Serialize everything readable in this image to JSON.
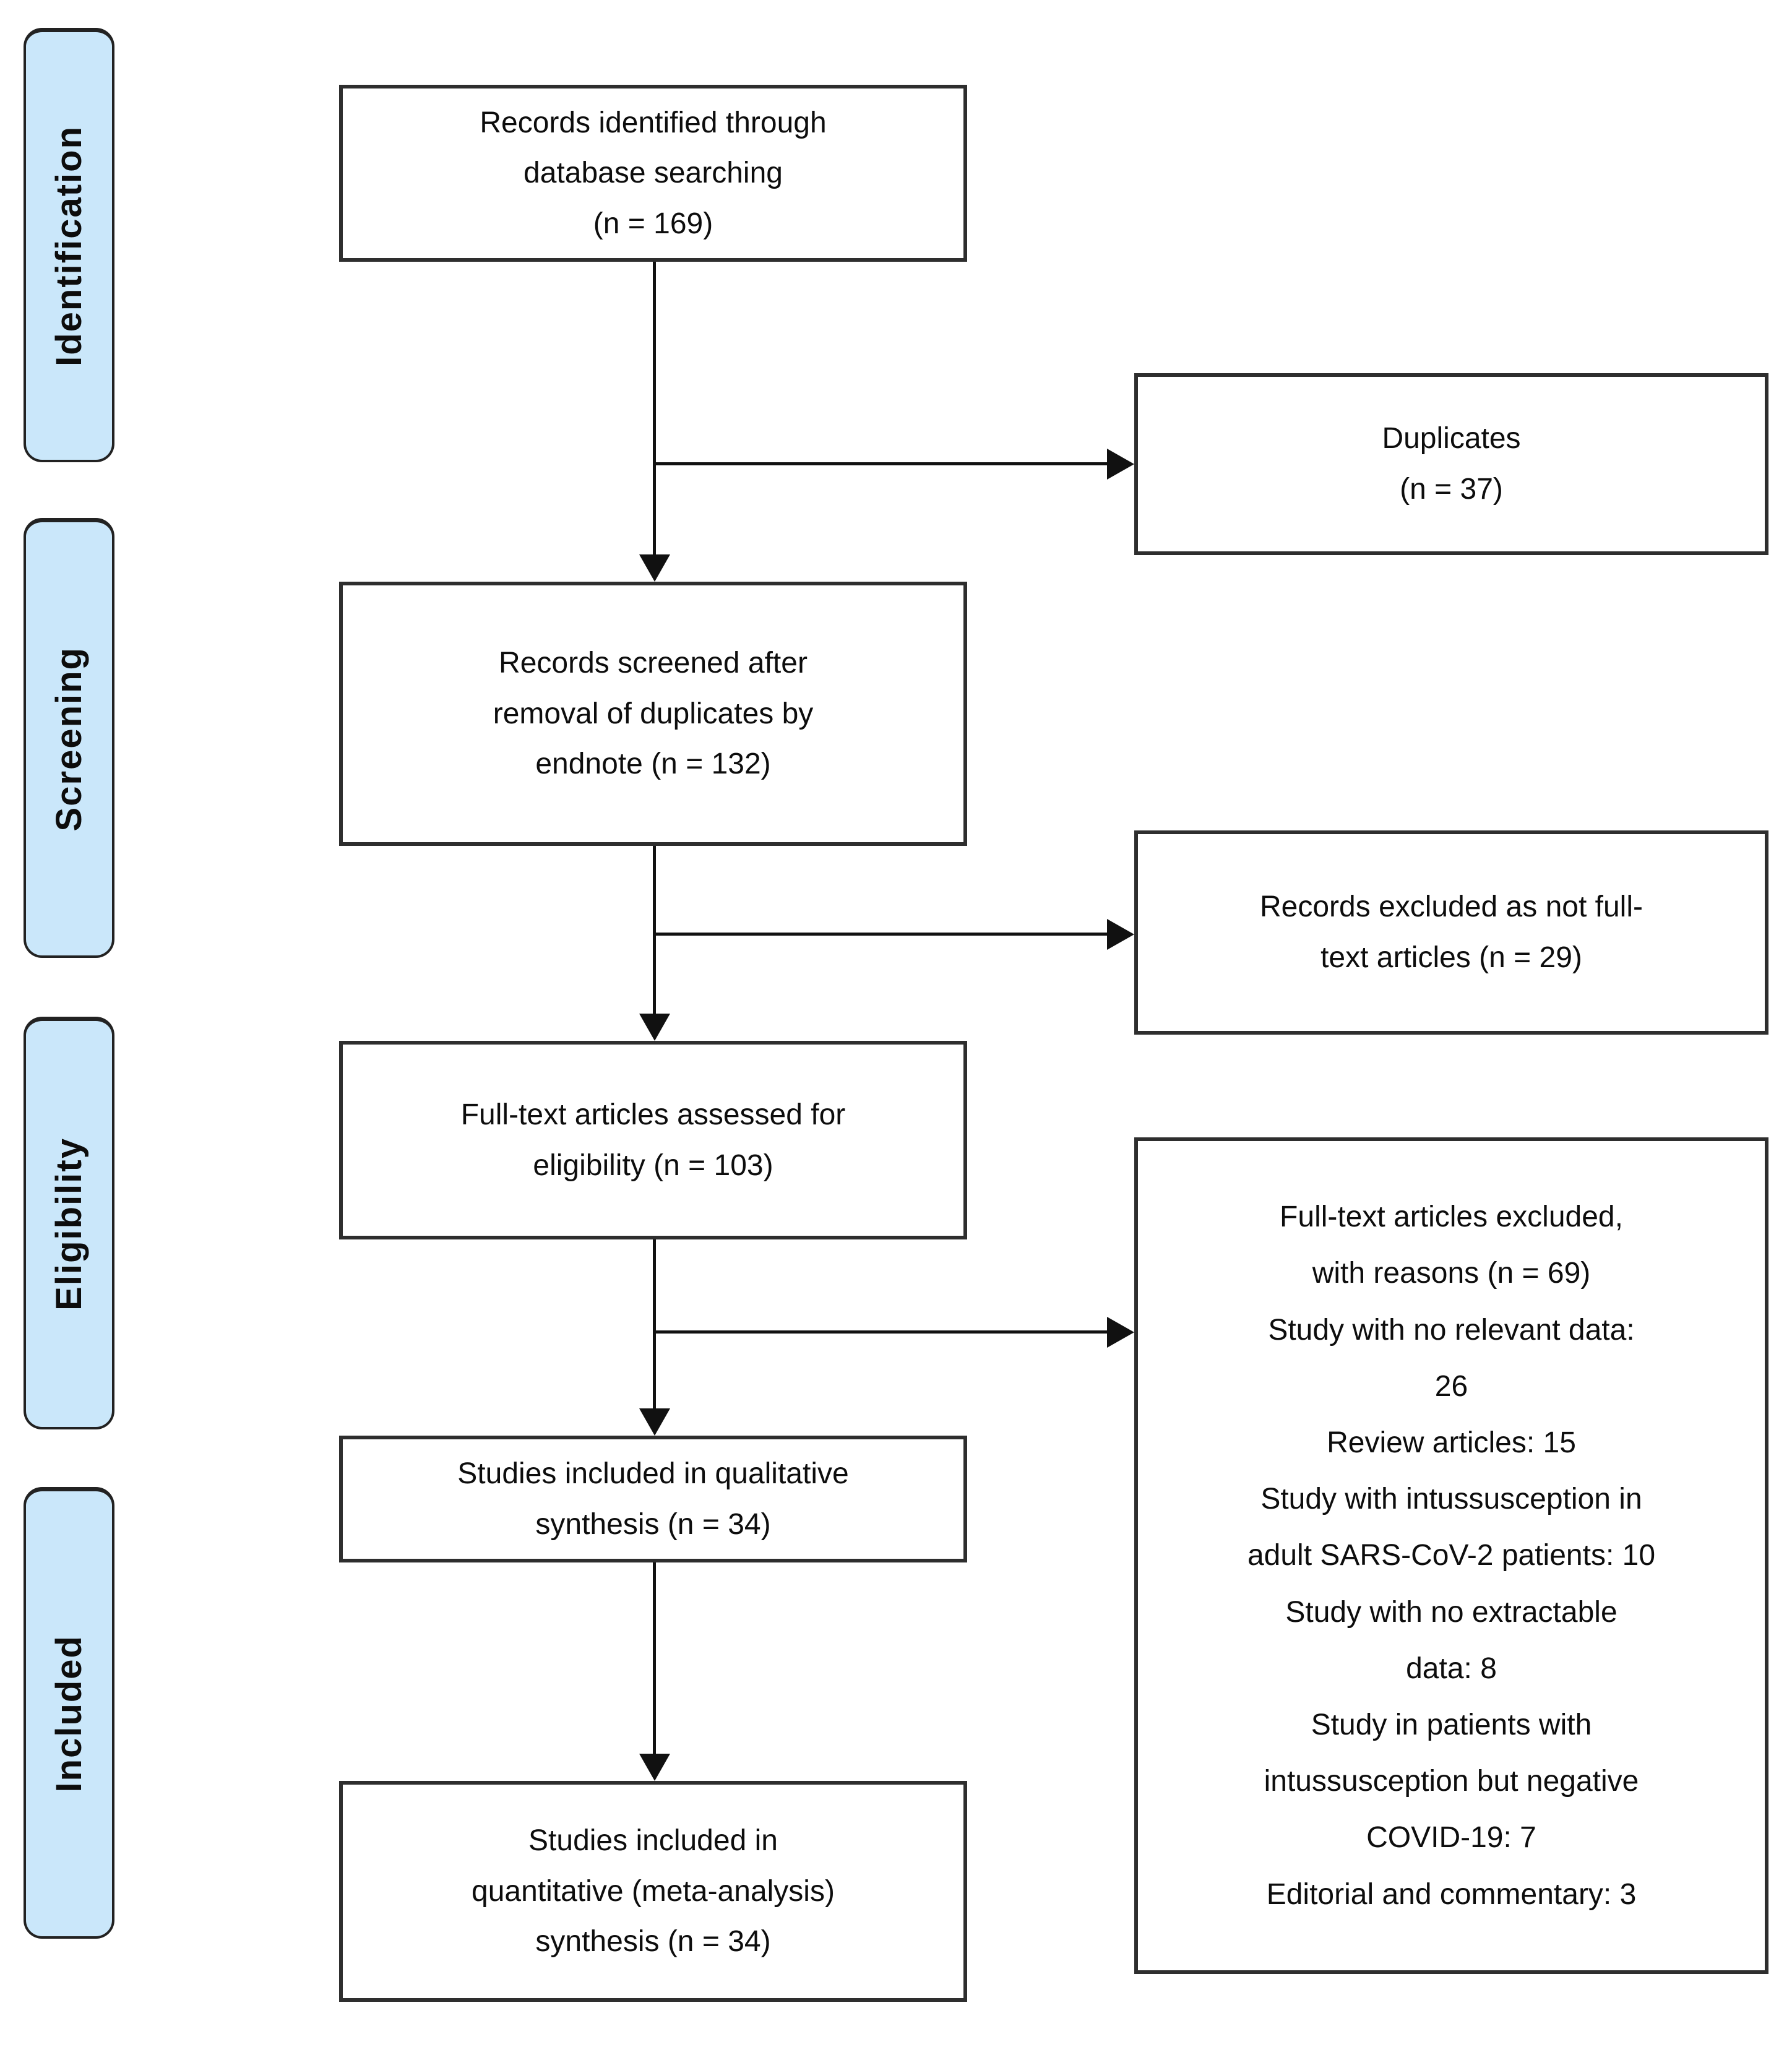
{
  "diagram_type": "prisma-flow",
  "colors": {
    "stage_fill": "#cae7fa",
    "stage_border": "#222222",
    "box_border": "#2e2e2e",
    "arrow": "#111111",
    "text": "#0d0d0d",
    "background": "#ffffff"
  },
  "stages": [
    {
      "label": "Identification"
    },
    {
      "label": "Screening"
    },
    {
      "label": "Eligibility"
    },
    {
      "label": "Included"
    }
  ],
  "flow_boxes": [
    {
      "name": "records-identified",
      "n": 169,
      "text": "Records identified through\ndatabase searching\n(n = 169)"
    },
    {
      "name": "records-screened",
      "n": 132,
      "text": "Records screened after\nremoval of duplicates by\nendnote (n = 132)"
    },
    {
      "name": "fulltext-assessed",
      "n": 103,
      "text": "Full-text articles assessed for\neligibility (n = 103)"
    },
    {
      "name": "qualitative-synthesis",
      "n": 34,
      "text": "Studies included in qualitative\nsynthesis (n = 34)"
    },
    {
      "name": "quantitative-synthesis",
      "n": 34,
      "text": "Studies included in\nquantitative (meta-analysis)\nsynthesis (n = 34)"
    }
  ],
  "side_boxes": [
    {
      "name": "duplicates",
      "n": 37,
      "text": "Duplicates\n(n = 37)"
    },
    {
      "name": "records-excluded-not-fulltext",
      "n": 29,
      "text": "Records excluded as not full-\ntext articles (n = 29)"
    },
    {
      "name": "fulltext-excluded-with-reasons",
      "n": 69,
      "text": "Full-text articles excluded,\nwith reasons (n = 69)\nStudy with no relevant data:\n26\nReview articles: 15\nStudy with intussusception in\nadult SARS-CoV-2 patients: 10\nStudy with no extractable\ndata: 8\nStudy in patients with\nintussusception but negative\nCOVID-19: 7\nEditorial and commentary: 3",
      "reasons": [
        {
          "reason": "Study with no relevant data",
          "count": 26
        },
        {
          "reason": "Review articles",
          "count": 15
        },
        {
          "reason": "Study with intussusception in adult SARS-CoV-2 patients",
          "count": 10
        },
        {
          "reason": "Study with no extractable data",
          "count": 8
        },
        {
          "reason": "Study in patients with intussusception but negative COVID-19",
          "count": 7
        },
        {
          "reason": "Editorial and commentary",
          "count": 3
        }
      ]
    }
  ]
}
